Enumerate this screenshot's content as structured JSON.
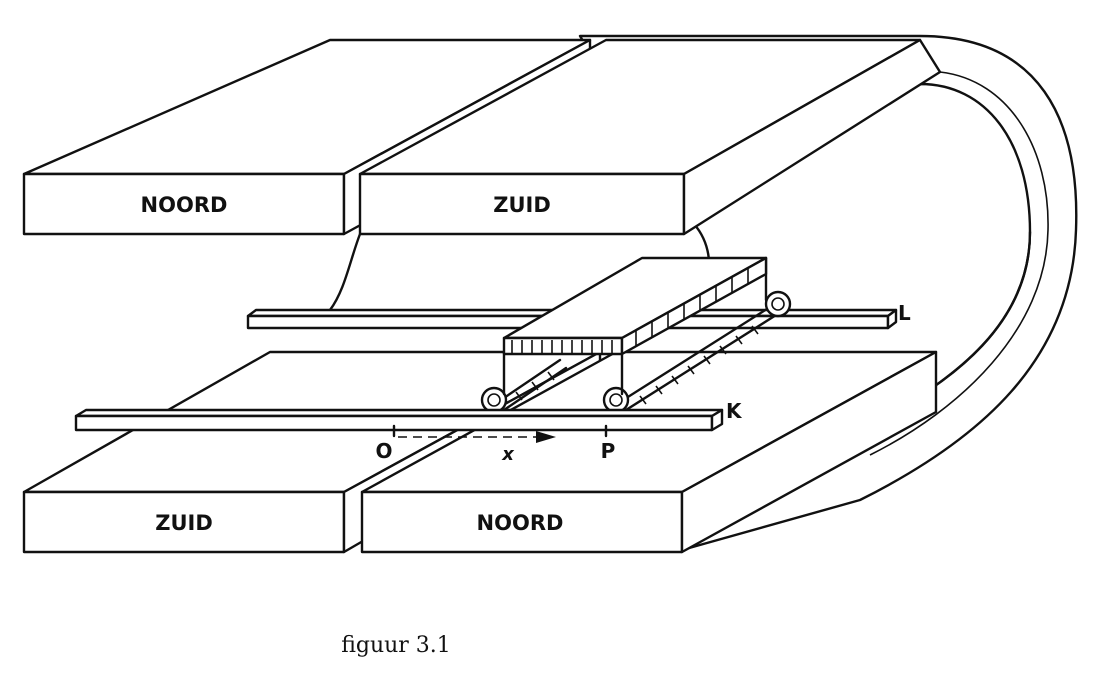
{
  "figure": {
    "caption": "figuur 3.1",
    "poles": {
      "top_left": "NOORD",
      "top_right": "ZUID",
      "bottom_left": "ZUID",
      "bottom_right": "NOORD"
    },
    "rails": {
      "front": "K",
      "back": "L"
    },
    "points": {
      "origin": "O",
      "target": "P"
    },
    "axis_variable": "x"
  }
}
